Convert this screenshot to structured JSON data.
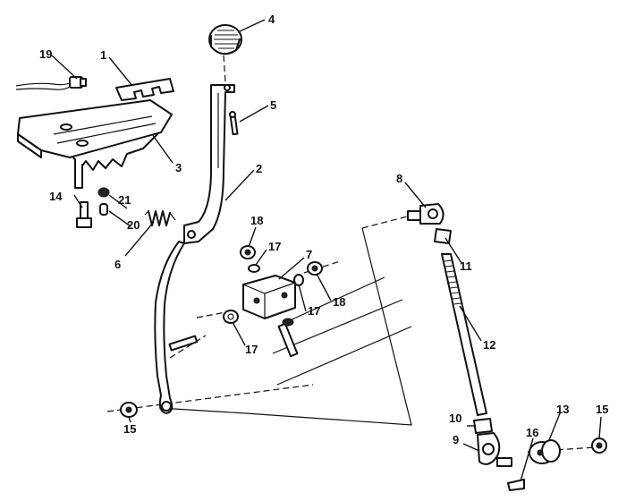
{
  "callouts": [
    {
      "number": "1",
      "name": "callout-1"
    },
    {
      "number": "2",
      "name": "callout-2"
    },
    {
      "number": "3",
      "name": "callout-3"
    },
    {
      "number": "4",
      "name": "callout-4"
    },
    {
      "number": "5",
      "name": "callout-5"
    },
    {
      "number": "6",
      "name": "callout-6"
    },
    {
      "number": "7",
      "name": "callout-7"
    },
    {
      "number": "8",
      "name": "callout-8"
    },
    {
      "number": "9",
      "name": "callout-9"
    },
    {
      "number": "10",
      "name": "callout-10"
    },
    {
      "number": "11",
      "name": "callout-11"
    },
    {
      "number": "12",
      "name": "callout-12"
    },
    {
      "number": "13",
      "name": "callout-13"
    },
    {
      "number": "14",
      "name": "callout-14"
    },
    {
      "number": "15",
      "name": "callout-15-left"
    },
    {
      "number": "15",
      "name": "callout-15-right"
    },
    {
      "number": "16",
      "name": "callout-16"
    },
    {
      "number": "17",
      "name": "callout-17-top"
    },
    {
      "number": "17",
      "name": "callout-17-right"
    },
    {
      "number": "17",
      "name": "callout-17-bottom"
    },
    {
      "number": "18",
      "name": "callout-18-top"
    },
    {
      "number": "18",
      "name": "callout-18-right"
    },
    {
      "number": "19",
      "name": "callout-19"
    },
    {
      "number": "20",
      "name": "callout-20"
    },
    {
      "number": "21",
      "name": "callout-21"
    }
  ]
}
